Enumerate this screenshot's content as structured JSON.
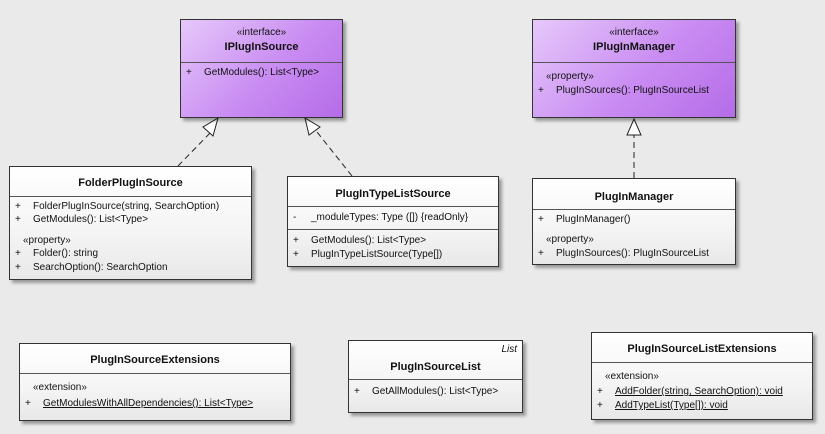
{
  "colors": {
    "interface_fill": "#c98cf2",
    "class_fill": "#f4f4f4",
    "border": "#333333",
    "background": "#eaeaea"
  },
  "classes": {
    "iplugin_source": {
      "stereotype": "«interface»",
      "name": "IPlugInSource",
      "ops": [
        {
          "vis": "+",
          "text": "GetModules(): List<Type>"
        }
      ]
    },
    "iplugin_manager": {
      "stereotype": "«interface»",
      "name": "IPlugInManager",
      "group": "«property»",
      "ops": [
        {
          "vis": "+",
          "text": "PlugInSources(): PlugInSourceList"
        }
      ]
    },
    "folder_plugin_source": {
      "name": "FolderPlugInSource",
      "ops": [
        {
          "vis": "+",
          "text": "FolderPlugInSource(string, SearchOption)"
        },
        {
          "vis": "+",
          "text": "GetModules(): List<Type>"
        }
      ],
      "group": "«property»",
      "props": [
        {
          "vis": "+",
          "text": "Folder(): string"
        },
        {
          "vis": "+",
          "text": "SearchOption(): SearchOption"
        }
      ]
    },
    "plugin_type_list_source": {
      "name": "PlugInTypeListSource",
      "attrs": [
        {
          "vis": "-",
          "text": "_moduleTypes: Type ([]) {readOnly}"
        }
      ],
      "ops": [
        {
          "vis": "+",
          "text": "GetModules(): List<Type>"
        },
        {
          "vis": "+",
          "text": "PlugInTypeListSource(Type[])"
        }
      ]
    },
    "plugin_manager": {
      "name": "PlugInManager",
      "ops": [
        {
          "vis": "+",
          "text": "PlugInManager()"
        }
      ],
      "group": "«property»",
      "props": [
        {
          "vis": "+",
          "text": "PlugInSources(): PlugInSourceList"
        }
      ]
    },
    "plugin_source_extensions": {
      "name": "PlugInSourceExtensions",
      "group": "«extension»",
      "ops": [
        {
          "vis": "+",
          "text": "GetModulesWithAllDependencies(): List<Type>"
        }
      ]
    },
    "plugin_source_list": {
      "template": "List",
      "name": "PlugInSourceList",
      "ops": [
        {
          "vis": "+",
          "text": "GetAllModules(): List<Type>"
        }
      ]
    },
    "plugin_source_list_extensions": {
      "name": "PlugInSourceListExtensions",
      "group": "«extension»",
      "ops": [
        {
          "vis": "+",
          "text": "AddFolder(string, SearchOption): void"
        },
        {
          "vis": "+",
          "text": "AddTypeList(Type[]): void"
        }
      ]
    }
  }
}
